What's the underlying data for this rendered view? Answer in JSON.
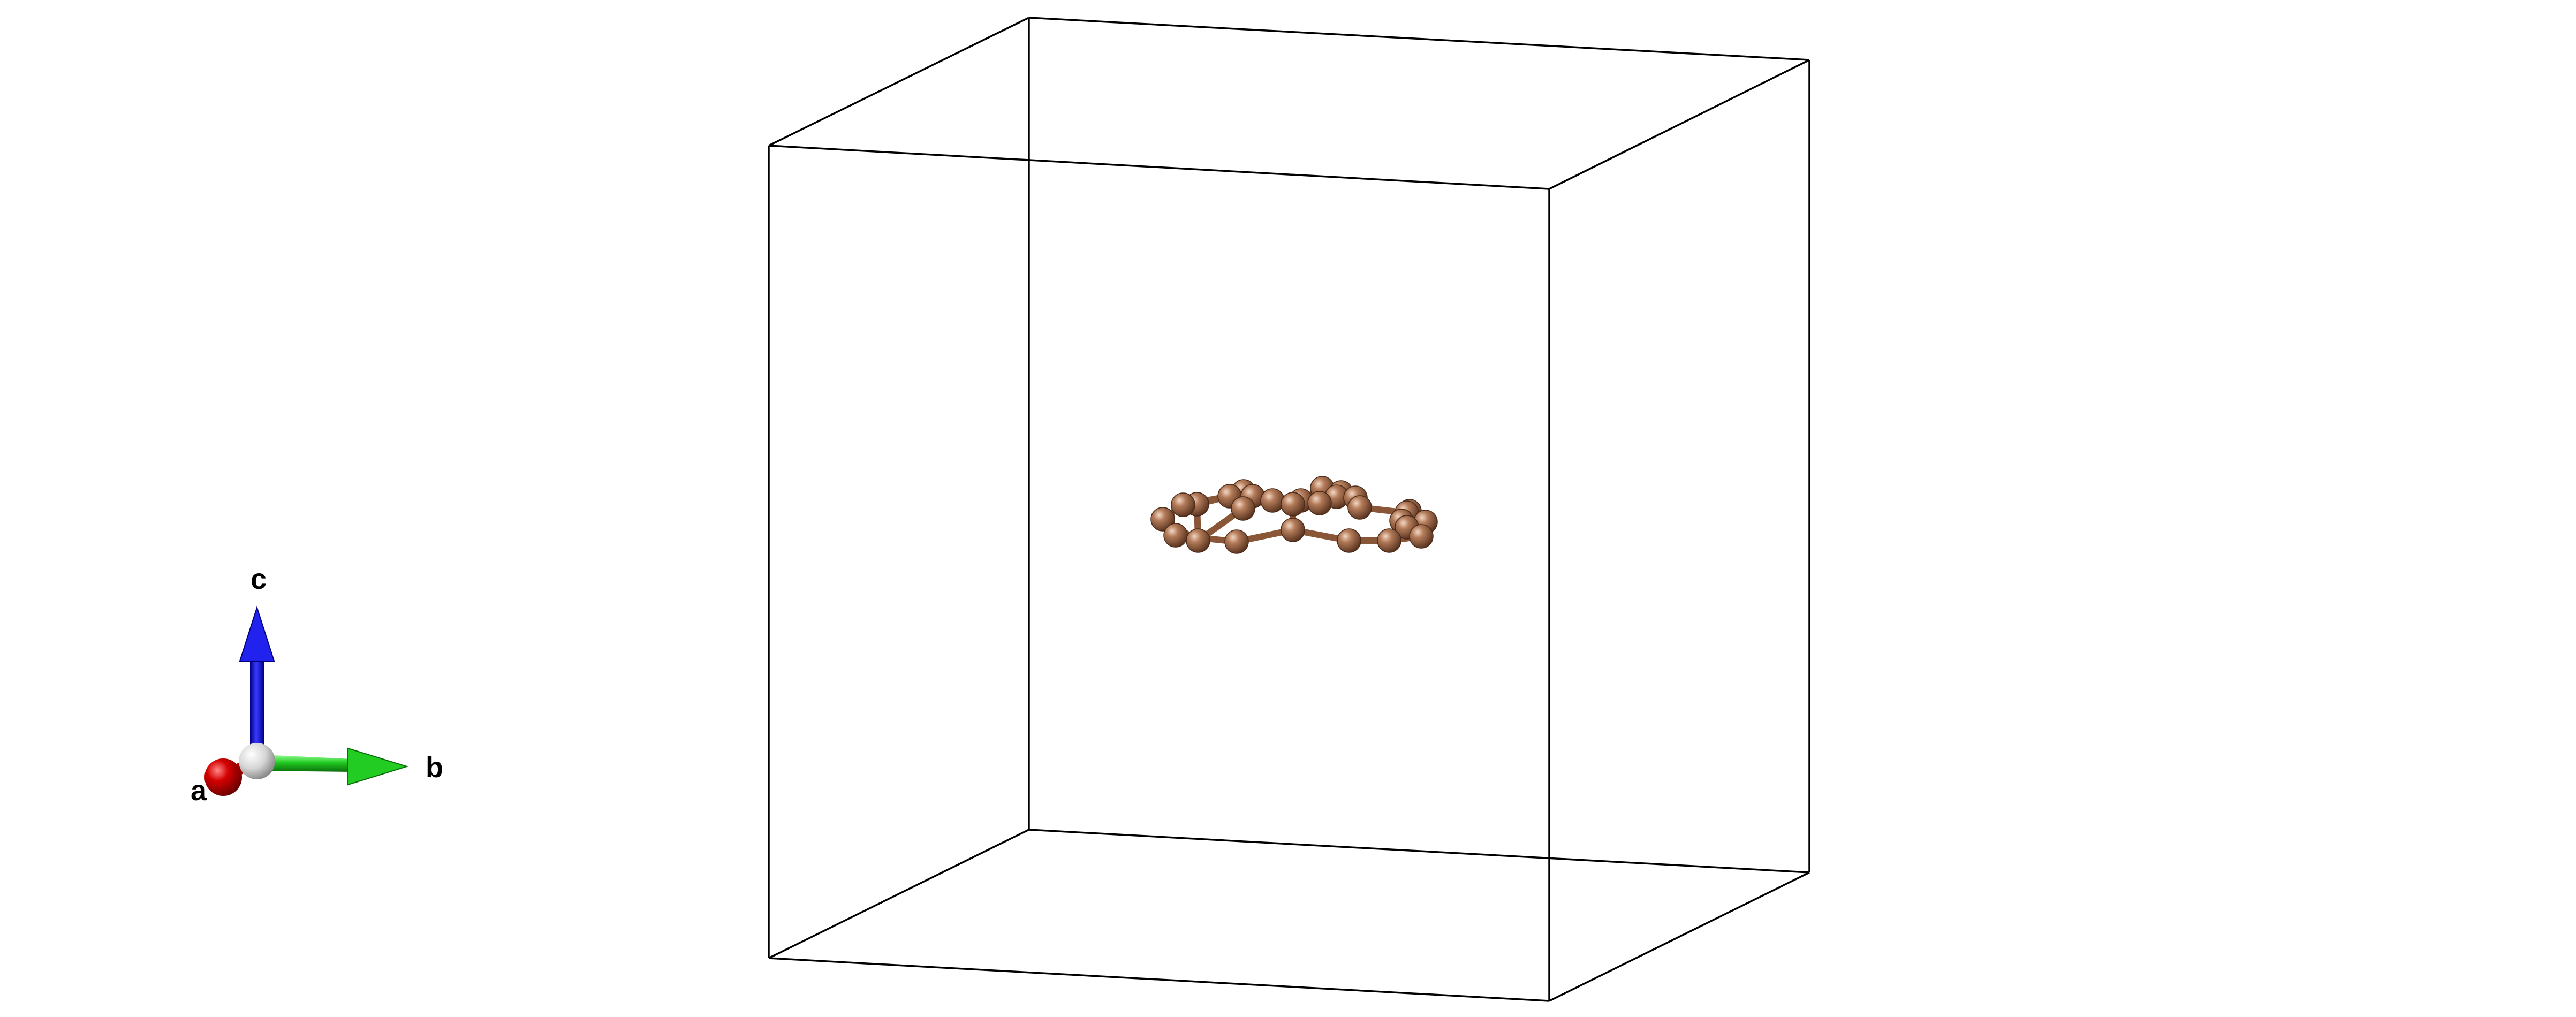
{
  "axes": {
    "a": {
      "label": "a",
      "color": "#cc0000"
    },
    "b": {
      "label": "b",
      "color": "#22cc22"
    },
    "c": {
      "label": "c",
      "color": "#1a1aee"
    },
    "origin_color": "#d8d8d8"
  },
  "cell": {
    "edge_color": "#000000"
  },
  "molecule": {
    "atom_color": "#a0694a",
    "bond_color": "#8a5638",
    "atom_count": 28
  }
}
